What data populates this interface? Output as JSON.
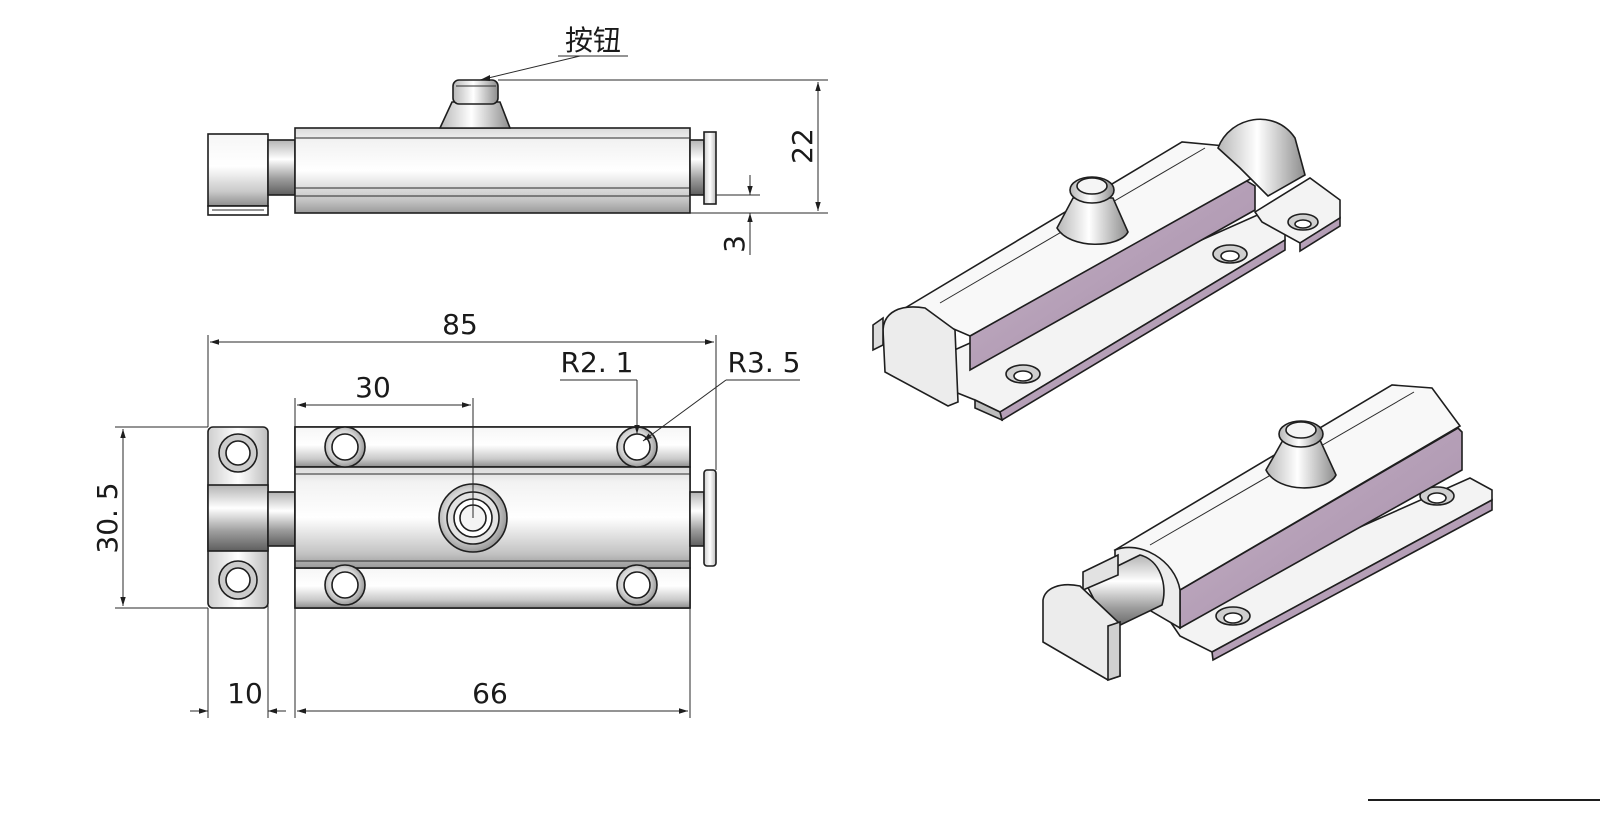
{
  "callout": {
    "button_label": "按钮"
  },
  "dimensions": {
    "height_total": "22",
    "pin_offset": "3",
    "overall_length": "85",
    "button_position": "30",
    "hole_radius_small": "R2. 1",
    "hole_radius_large": "R3. 5",
    "overall_width": "30. 5",
    "keeper_length": "10",
    "body_length": "66"
  }
}
